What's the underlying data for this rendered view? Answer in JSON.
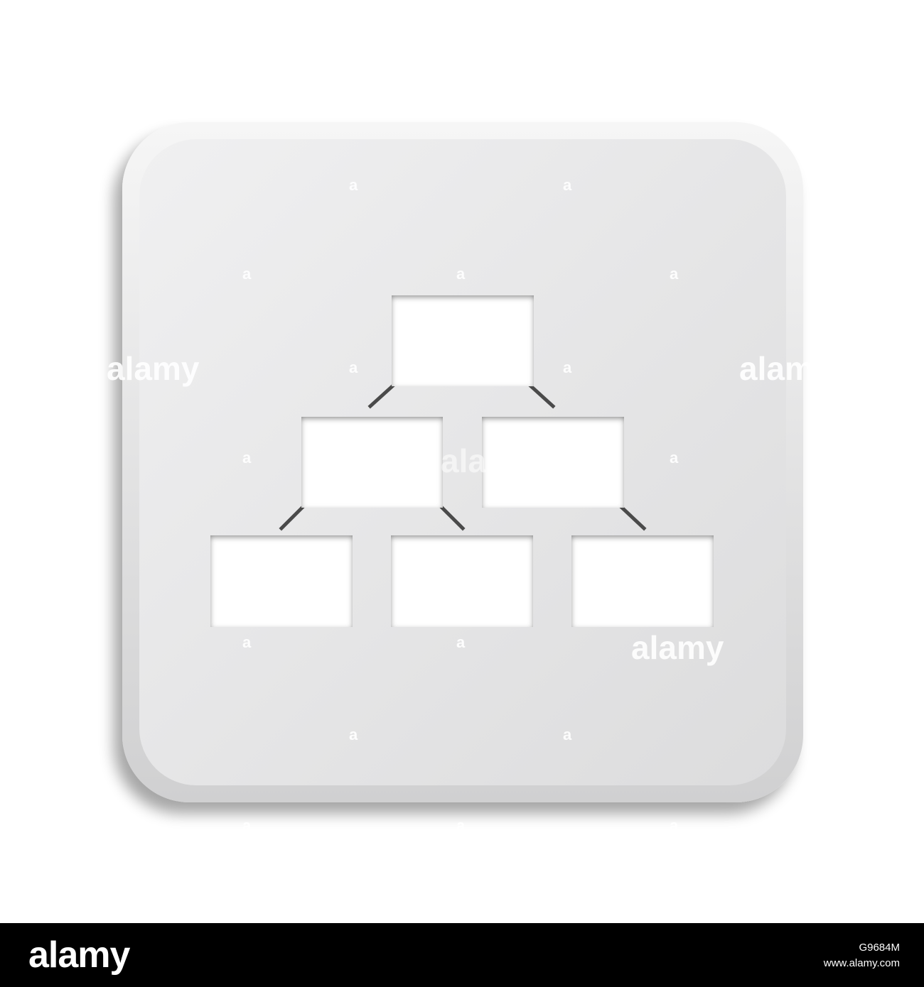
{
  "icon": {
    "name": "hierarchy-org-chart",
    "node_count": 6,
    "levels": [
      1,
      2,
      3
    ],
    "button_color": "#e9e9ea",
    "cutout_color": "#ffffff",
    "connector_color": "#4a4a4a"
  },
  "watermark": {
    "brand": "alamy",
    "color": "#ffffff"
  },
  "footer": {
    "logo": "alamy",
    "image_id": "G9684M",
    "site": "www.alamy.com",
    "background": "#000000"
  }
}
